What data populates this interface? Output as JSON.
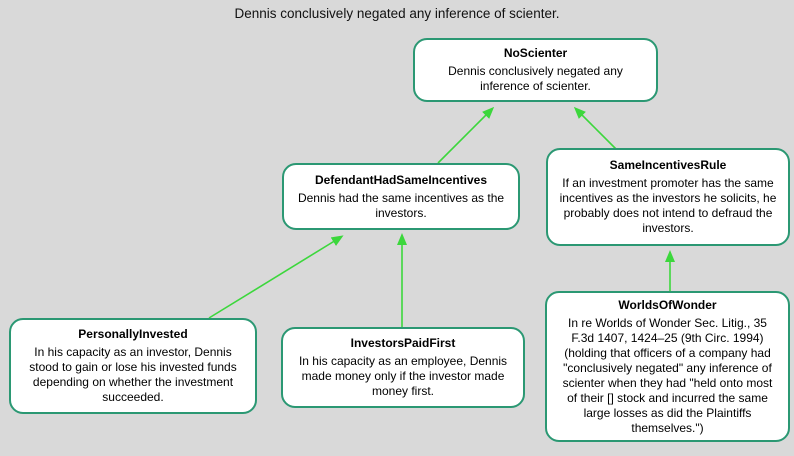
{
  "page": {
    "title": "Dennis conclusively negated any inference of scienter."
  },
  "colors": {
    "background": "#d9d9d9",
    "node_fill": "#ffffff",
    "node_border": "#2b9873",
    "edge_green": "#3cd73c",
    "text": "#000000"
  },
  "nodes": [
    {
      "id": "NoScienter",
      "label": "NoScienter",
      "text": "Dennis conclusively negated any inference of scienter."
    },
    {
      "id": "SameIncentivesRule",
      "label": "SameIncentivesRule",
      "text": "If an investment promoter has the same incentives as the investors he solicits, he probably does not intend to defraud the investors."
    },
    {
      "id": "DefendantHadSameIncentives",
      "label": "DefendantHadSameIncentives",
      "text": "Dennis had the same incentives as the investors."
    },
    {
      "id": "PersonallyInvested",
      "label": "PersonallyInvested",
      "text": "In his capacity as an investor, Dennis stood to gain or lose his invested funds depending on whether the investment succeeded."
    },
    {
      "id": "InvestorsPaidFirst",
      "label": "InvestorsPaidFirst",
      "text": "In his capacity as an employee, Dennis made money only if the investor made money first."
    },
    {
      "id": "WorldsOfWonder",
      "label": "WorldsOfWonder",
      "text": "In re Worlds of Wonder Sec. Litig., 35 F.3d 1407, 1424–25 (9th Circ. 1994) (holding that officers of a company had \"conclusively negated\" any inference of scienter when they had \"held onto most of their [] stock and incurred the same large losses as did the Plaintiffs themselves.\")"
    }
  ],
  "edges": [
    {
      "from": "DefendantHadSameIncentives",
      "to": "NoScienter"
    },
    {
      "from": "SameIncentivesRule",
      "to": "NoScienter"
    },
    {
      "from": "PersonallyInvested",
      "to": "DefendantHadSameIncentives"
    },
    {
      "from": "InvestorsPaidFirst",
      "to": "DefendantHadSameIncentives"
    },
    {
      "from": "WorldsOfWonder",
      "to": "SameIncentivesRule"
    }
  ]
}
